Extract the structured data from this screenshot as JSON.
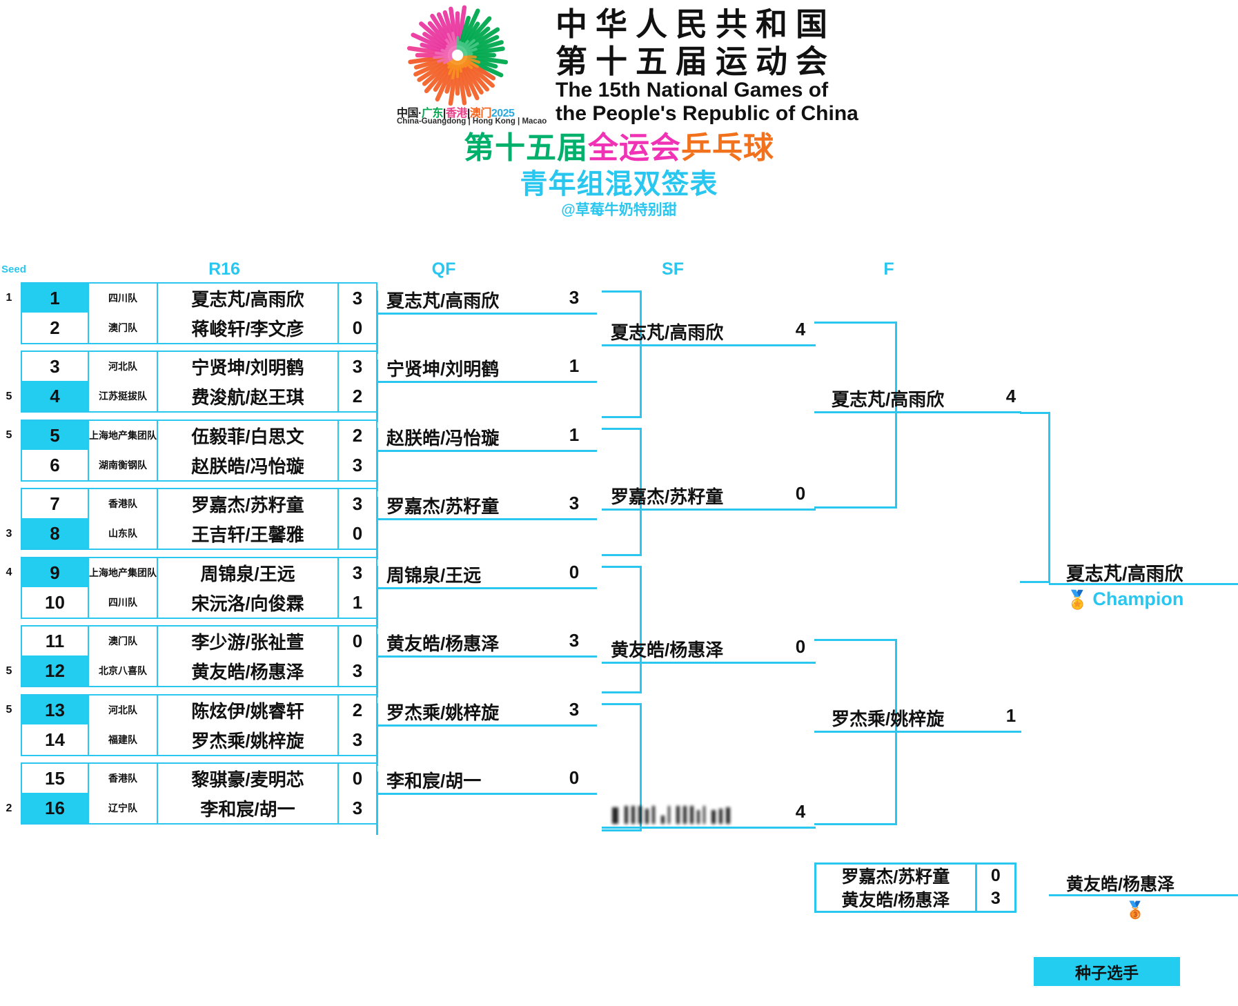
{
  "header": {
    "logo_year_parts": [
      "中国·",
      "广东",
      "|",
      "香港",
      "|",
      "澳门",
      "2025"
    ],
    "logo_sub": "China-Guangdong | Hong Kong | Macao",
    "cn_line1": "中华人民共和国",
    "cn_line2": "第十五届运动会",
    "en_line1": "The 15th National Games of",
    "en_line2": "the People's Republic of China",
    "event_part1": "第十五届",
    "event_part2": "全运会",
    "event_part3": "乒乓球",
    "subtitle": "青年组混双签表",
    "handle": "@草莓牛奶特别甜"
  },
  "columns": {
    "seed": "Seed",
    "r16": "R16",
    "qf": "QF",
    "sf": "SF",
    "f": "F"
  },
  "legend": {
    "seeded_label": "种子选手"
  },
  "champion": {
    "name": "夏志芃/高雨欣",
    "label": "Champion",
    "medal": "🏅"
  },
  "bronze": {
    "name": "黄友皓/杨惠泽",
    "medal": "🥉"
  },
  "third_place_match": [
    {
      "name": "罗嘉杰/苏籽童",
      "score": "0"
    },
    {
      "name": "黄友皓/杨惠泽",
      "score": "3"
    }
  ],
  "chart_data": {
    "type": "bracket",
    "title": "第十五届全运会乒乓球 青年组混双签表",
    "rounds": [
      "R16",
      "QF",
      "SF",
      "F"
    ],
    "r16": [
      {
        "pos": "1",
        "seed": "1",
        "team": "四川队",
        "players": "夏志芃/高雨欣",
        "score": "3",
        "seeded": true
      },
      {
        "pos": "2",
        "seed": "",
        "team": "澳门队",
        "players": "蒋峻轩/李文彦",
        "score": "0",
        "seeded": false
      },
      {
        "pos": "3",
        "seed": "",
        "team": "河北队",
        "players": "宁贤坤/刘明鹤",
        "score": "3",
        "seeded": false
      },
      {
        "pos": "4",
        "seed": "5",
        "team": "江苏挺拔队",
        "players": "费浚航/赵王琪",
        "score": "2",
        "seeded": true
      },
      {
        "pos": "5",
        "seed": "5",
        "team": "上海地产集团队",
        "players": "伍毅菲/白思文",
        "score": "2",
        "seeded": true
      },
      {
        "pos": "6",
        "seed": "",
        "team": "湖南衡钢队",
        "players": "赵朕皓/冯怡璇",
        "score": "3",
        "seeded": false
      },
      {
        "pos": "7",
        "seed": "",
        "team": "香港队",
        "players": "罗嘉杰/苏籽童",
        "score": "3",
        "seeded": false
      },
      {
        "pos": "8",
        "seed": "3",
        "team": "山东队",
        "players": "王吉轩/王馨雅",
        "score": "0",
        "seeded": true
      },
      {
        "pos": "9",
        "seed": "4",
        "team": "上海地产集团队",
        "players": "周锦泉/王远",
        "score": "3",
        "seeded": true
      },
      {
        "pos": "10",
        "seed": "",
        "team": "四川队",
        "players": "宋沅洛/向俊霖",
        "score": "1",
        "seeded": false
      },
      {
        "pos": "11",
        "seed": "",
        "team": "澳门队",
        "players": "李少游/张祉萱",
        "score": "0",
        "seeded": false
      },
      {
        "pos": "12",
        "seed": "5",
        "team": "北京八喜队",
        "players": "黄友皓/杨惠泽",
        "score": "3",
        "seeded": true
      },
      {
        "pos": "13",
        "seed": "5",
        "team": "河北队",
        "players": "陈炫伊/姚睿轩",
        "score": "2",
        "seeded": true
      },
      {
        "pos": "14",
        "seed": "",
        "team": "福建队",
        "players": "罗杰乘/姚梓旋",
        "score": "3",
        "seeded": false
      },
      {
        "pos": "15",
        "seed": "",
        "team": "香港队",
        "players": "黎骐豪/麦明芯",
        "score": "0",
        "seeded": false
      },
      {
        "pos": "16",
        "seed": "2",
        "team": "辽宁队",
        "players": "李和宸/胡一",
        "score": "3",
        "seeded": true
      }
    ],
    "qf": [
      {
        "name": "夏志芃/高雨欣",
        "score": "3"
      },
      {
        "name": "宁贤坤/刘明鹤",
        "score": "1"
      },
      {
        "name": "赵朕皓/冯怡璇",
        "score": "1"
      },
      {
        "name": "罗嘉杰/苏籽童",
        "score": "3"
      },
      {
        "name": "周锦泉/王远",
        "score": "0"
      },
      {
        "name": "黄友皓/杨惠泽",
        "score": "3"
      },
      {
        "name": "罗杰乘/姚梓旋",
        "score": "3"
      },
      {
        "name": "李和宸/胡一",
        "score": "0"
      }
    ],
    "sf": [
      {
        "name": "夏志芃/高雨欣",
        "score": "4",
        "redacted": false
      },
      {
        "name": "罗嘉杰/苏籽童",
        "score": "0",
        "redacted": false
      },
      {
        "name": "黄友皓/杨惠泽",
        "score": "0",
        "redacted": false
      },
      {
        "name": "",
        "score": "4",
        "redacted": true
      }
    ],
    "final": [
      {
        "name": "夏志芃/高雨欣",
        "score": "4"
      },
      {
        "name": "罗杰乘/姚梓旋",
        "score": "1"
      }
    ]
  }
}
